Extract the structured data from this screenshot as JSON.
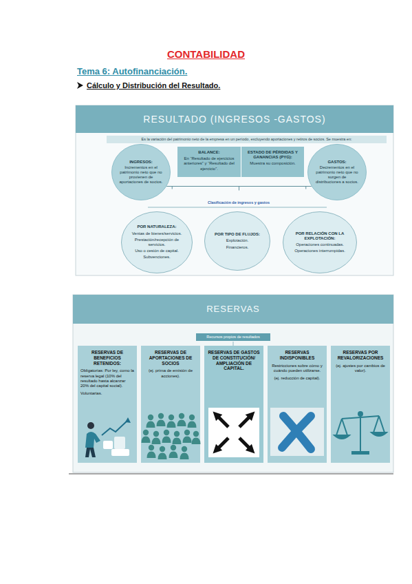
{
  "diagram": {
    "title": "CONTABILIDAD",
    "nodes": [
      {
        "text": [
          "RESULTADO (INGRESOS -GASTOS)"
        ]
      },
      {
        "text": [
          "Es la variación del patrimonio neto de la empresa en un período, excluyendo aportaciones y retiros de socios. Se muestra en:"
        ]
      },
      {
        "text": [
          "BALANCE:",
          "En “Resultado de ejercicios anteriores” y “Resultado del ejercicio”."
        ]
      },
      {
        "text": [
          "ESTADO DE PÉRDIDAS Y GANANCIAS (PYG):",
          "Muestra su composición."
        ]
      },
      {
        "text": [
          "INGRESOS:",
          "Incrementos en el patrimonio neto que no provienen de aportaciones de socios."
        ]
      },
      {
        "text": [
          "GASTOS:",
          "Decrementos en el patrimonio neto que no surgen de distribuciones a socios."
        ]
      },
      {
        "text": [
          "POR NATURALEZA:",
          "Ventas de bienes/servicios.",
          "Prestación/recepción de servicios.",
          "Uso o cesión de capital.",
          "Subvenciones."
        ]
      },
      {
        "text": [
          "POR TIPO DE FLUJOS:",
          "Explotación.",
          "Financieros."
        ]
      },
      {
        "text": [
          "POR RELACIÓN CON LA EXPLOTACIÓN:",
          "Operaciones continuadas.",
          "Operaciones interrumpidas."
        ]
      },
      {
        "text": [
          "RESERVAS"
        ]
      },
      {
        "text": [
          "Recursos propios de resultados"
        ]
      },
      {
        "text": [
          "RESERVAS DE BENEFICIOS RETENIDOS:",
          "Obligatorias: Por ley, como la reserva legal (10% del resultado hasta alcanzar 20% del capital social).",
          "Voluntarias."
        ]
      },
      {
        "text": [
          "RESERVAS DE APORTACIONES DE SOCIOS",
          "(ej. prima de emisión de acciones)."
        ]
      },
      {
        "text": [
          "RESERVAS DE GASTOS DE CONSTITUCIÓN/ AMPLIACIÓN DE CAPITAL."
        ]
      },
      {
        "text": [
          "RESERVAS INDISPONIBLES",
          "Restricciones sobre cómo y cuándo pueden utilizarse.",
          "(ej. reducción de capital)."
        ]
      },
      {
        "text": [
          "RESERVAS POR REVALORIZACIONES",
          "(ej. ajustes por cambios de valor)."
        ]
      }
    ],
    "edges": [
      {
        "from": 4,
        "to": 5,
        "arrow": "none"
      }
    ],
    "labels": [
      "Tema 6: Autofinanciación.",
      "Cálculo y Distribución del Resultado.",
      "Clasificación de ingresos y gastos"
    ]
  }
}
